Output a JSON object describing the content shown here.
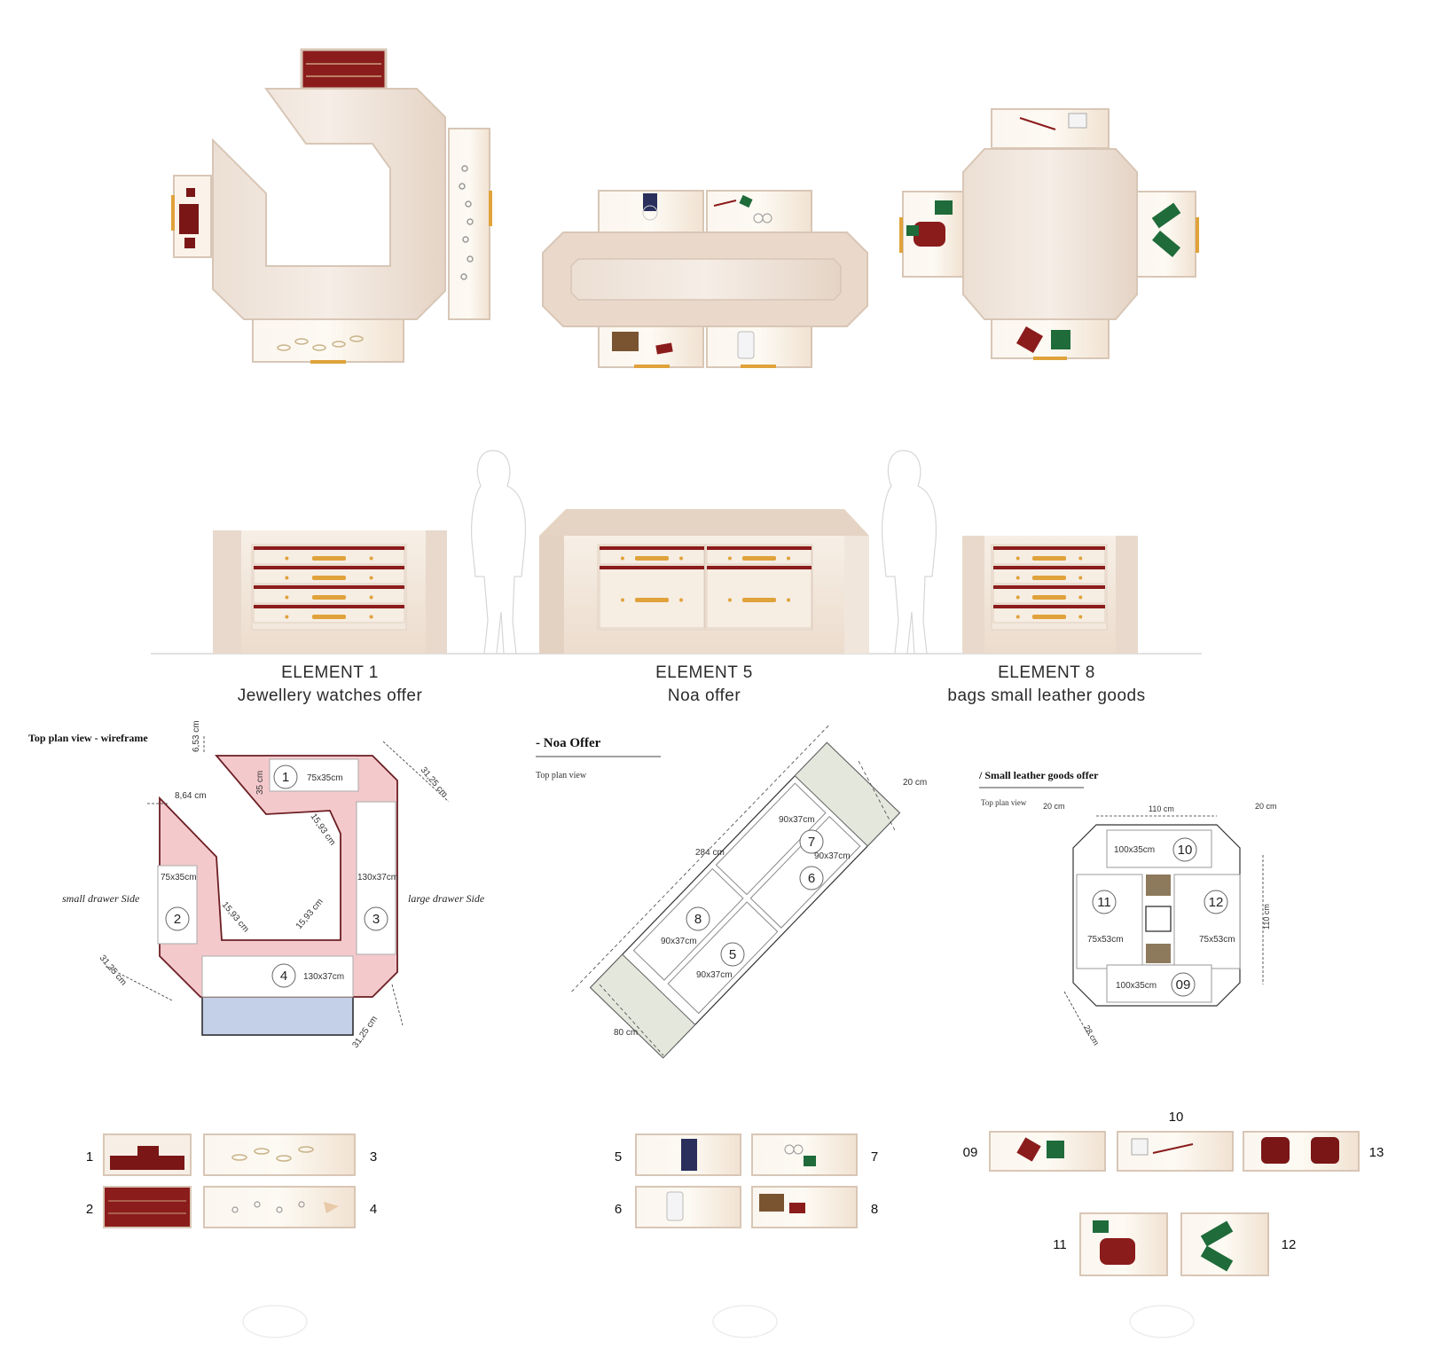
{
  "elements": [
    {
      "title": "ELEMENT 1",
      "subtitle": "Jewellery watches offer"
    },
    {
      "title": "ELEMENT 5",
      "subtitle": "Noa offer"
    },
    {
      "title": "ELEMENT 8",
      "subtitle": "bags small leather goods"
    }
  ],
  "plan1": {
    "heading": "Top plan view - wireframe",
    "left_label": "small drawer Side",
    "right_label": "large drawer Side",
    "drawers": [
      {
        "num": "1",
        "size": "75x35cm"
      },
      {
        "num": "2",
        "size": "75x35cm"
      },
      {
        "num": "3",
        "size": "130x37cm"
      },
      {
        "num": "4",
        "size": "130x37cm"
      }
    ],
    "dims": [
      "6,53 cm",
      "8,64 cm",
      "35 cm",
      "31,25 cm",
      "15,93 cm",
      "15,93 cm",
      "15,93 cm",
      "31,25 cm",
      "31,25 cm"
    ]
  },
  "plan2": {
    "heading": "- Noa Offer",
    "sub": "Top plan view",
    "drawers": [
      {
        "num": "7",
        "size": "90x37cm"
      },
      {
        "num": "6",
        "size": "90x37cm"
      },
      {
        "num": "8",
        "size": "90x37cm"
      },
      {
        "num": "5",
        "size": "90x37cm"
      }
    ],
    "dims": [
      "284 cm",
      "20 cm",
      "80 cm"
    ]
  },
  "plan3": {
    "heading": "/ Small leather goods offer",
    "sub": "Top plan view",
    "drawers": [
      {
        "num": "10",
        "size": "100x35cm"
      },
      {
        "num": "11",
        "size": "75x53cm"
      },
      {
        "num": "12",
        "size": "75x53cm"
      },
      {
        "num": "09",
        "size": "100x35cm"
      }
    ],
    "dims": [
      "20 cm",
      "110 cm",
      "20 cm",
      "110 cm",
      "28 cm"
    ]
  },
  "tiles": {
    "group1": [
      "1",
      "3",
      "2",
      "4"
    ],
    "group2": [
      "5",
      "7",
      "6",
      "8"
    ],
    "group3": [
      "10",
      "09",
      "13",
      "11",
      "12"
    ]
  },
  "colors": {
    "cream": "#f1e9e1",
    "tan": "#e3d3c6",
    "burgundy": "#8b1c1c",
    "gold": "#e0a23a",
    "pink": "#f4c9cc",
    "blue": "#c4cfe8",
    "green": "#1f6b3a"
  }
}
